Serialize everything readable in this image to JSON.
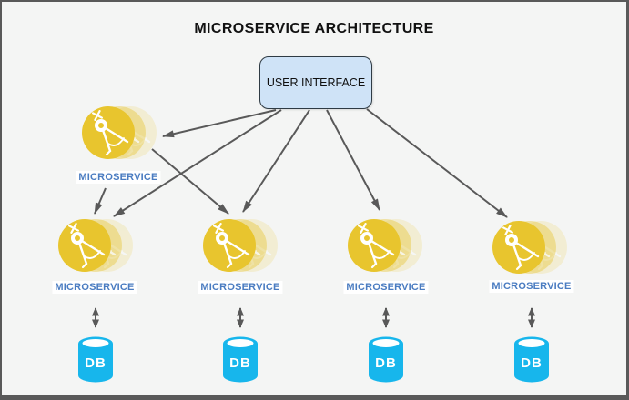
{
  "title": "MICROSERVICE ARCHITECTURE",
  "nodes": {
    "user_interface": {
      "label": "USER INTERFACE"
    },
    "microservices": [
      {
        "label": "MICROSERVICE"
      },
      {
        "label": "MICROSERVICE"
      },
      {
        "label": "MICROSERVICE"
      },
      {
        "label": "MICROSERVICE"
      },
      {
        "label": "MICROSERVICE"
      }
    ],
    "databases": [
      {
        "label": "DB"
      },
      {
        "label": "DB"
      },
      {
        "label": "DB"
      },
      {
        "label": "DB"
      }
    ]
  },
  "icons": {
    "microservice": "drafting-compass-icon",
    "database": "cylinder-icon"
  },
  "colors": {
    "background": "#f4f5f4",
    "frame_border": "#595959",
    "ui_box_fill": "#cfe3f7",
    "microservice_gold": "#e8c52e",
    "label_blue": "#4a7cc1",
    "db_cyan": "#17b6ec",
    "arrow_gray": "#595959",
    "title_color": "#111111"
  }
}
